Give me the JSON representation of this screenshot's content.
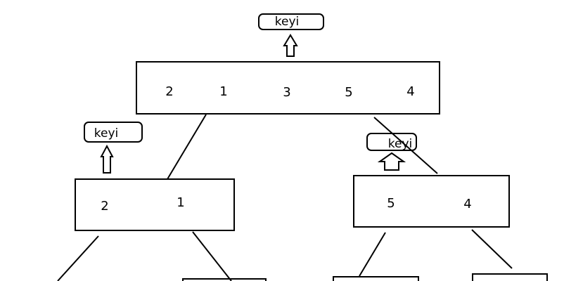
{
  "colors": {
    "stroke": "#000000",
    "background": "#ffffff"
  },
  "root": {
    "values": [
      "2",
      "1",
      "3",
      "5",
      "4"
    ],
    "key_label": "keyi"
  },
  "left_child": {
    "values": [
      "2",
      "1"
    ],
    "key_label": "keyi"
  },
  "right_child": {
    "values": [
      "5",
      "4"
    ],
    "key_label": "keyi"
  }
}
